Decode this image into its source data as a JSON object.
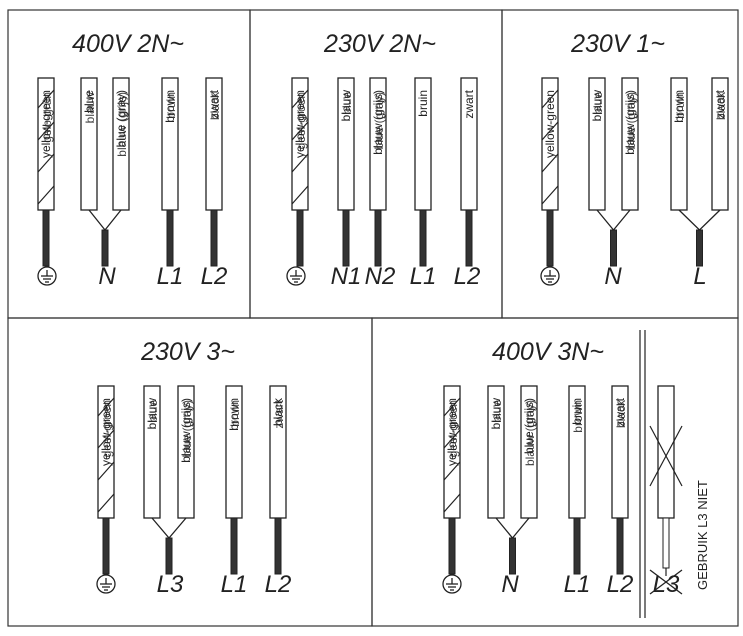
{
  "panels": [
    {
      "id": "p1",
      "title": "400V 2N~",
      "wires": [
        {
          "kind": "earth",
          "label": "yellow-green",
          "overlap": "gelb-grün"
        },
        {
          "kind": "plain",
          "label": "blue",
          "overlap": "blauw",
          "pair": "a"
        },
        {
          "kind": "plain",
          "label": "blue (gray)",
          "overlap": "blauw (grijs)",
          "pair": "a"
        },
        {
          "kind": "plain",
          "label": "brown",
          "overlap": "bruin"
        },
        {
          "kind": "plain",
          "label": "zwart",
          "overlap": "black"
        }
      ],
      "terminals": [
        "earth",
        "N",
        "L1",
        "L2"
      ]
    },
    {
      "id": "p2",
      "title": "230V 2N~",
      "wires": [
        {
          "kind": "earth",
          "label": "yellow-green",
          "overlap": "geel-groen"
        },
        {
          "kind": "plain",
          "label": "blauw",
          "overlap": "blue"
        },
        {
          "kind": "plain",
          "label": "blauw (grijs)",
          "overlap": "blue (gray)"
        },
        {
          "kind": "plain",
          "label": "bruin"
        },
        {
          "kind": "plain",
          "label": "zwart"
        }
      ],
      "terminals": [
        "earth",
        "N1",
        "N2",
        "L1",
        "L2"
      ]
    },
    {
      "id": "p3",
      "title": "230V 1~",
      "wires": [
        {
          "kind": "earth",
          "label": "yellow-green"
        },
        {
          "kind": "plain",
          "label": "blauw",
          "overlap": "blue",
          "pair": "a"
        },
        {
          "kind": "plain",
          "label": "blauw (grijs)",
          "overlap": "blue (gray)",
          "pair": "a"
        },
        {
          "kind": "plain",
          "label": "brown",
          "overlap": "bruin",
          "pair": "b"
        },
        {
          "kind": "plain",
          "label": "zwart",
          "overlap": "black",
          "pair": "b"
        }
      ],
      "terminals": [
        "earth",
        "N",
        "L"
      ]
    },
    {
      "id": "p4",
      "title": "230V 3~",
      "wires": [
        {
          "kind": "earth",
          "label": "yellow-green",
          "overlap": "geel-groen"
        },
        {
          "kind": "plain",
          "label": "blauw",
          "overlap": "blue",
          "pair": "a"
        },
        {
          "kind": "plain",
          "label": "blauw (grijs)",
          "overlap": "blue (gray)",
          "pair": "a"
        },
        {
          "kind": "plain",
          "label": "brown",
          "overlap": "bruin"
        },
        {
          "kind": "plain",
          "label": "black",
          "overlap": "zwart"
        }
      ],
      "terminals": [
        "earth",
        "L3",
        "L1",
        "L2"
      ]
    },
    {
      "id": "p5",
      "title": "400V 3N~",
      "wires": [
        {
          "kind": "earth",
          "label": "yellow-green",
          "overlap": "geel-groen"
        },
        {
          "kind": "plain",
          "label": "blauw",
          "overlap": "blue",
          "pair": "a"
        },
        {
          "kind": "plain",
          "label": "blue (grijs)",
          "overlap": "blauw (gray)",
          "pair": "a"
        },
        {
          "kind": "plain",
          "label": "bruin",
          "overlap": "brown"
        },
        {
          "kind": "plain",
          "label": "zwart",
          "overlap": "black"
        },
        {
          "kind": "crossed",
          "label": ""
        }
      ],
      "terminals": [
        "earth",
        "N",
        "L1",
        "L2",
        "L3"
      ],
      "note": "GEBRUIK L3 NIET"
    }
  ],
  "colors": {
    "line": "#222222",
    "panel_border": "#333333",
    "background": "#ffffff"
  }
}
